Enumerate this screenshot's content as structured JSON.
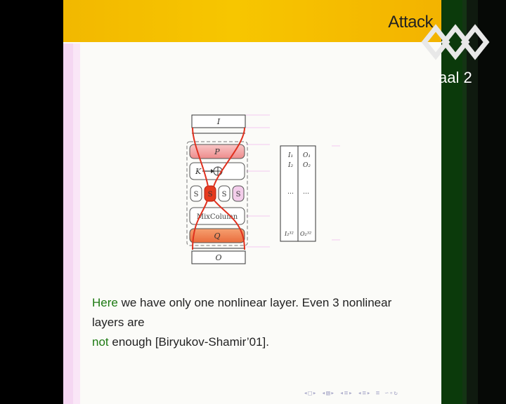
{
  "header": {
    "title": "Attack"
  },
  "edge_text": "aal 2",
  "diagram": {
    "input_label": "I",
    "p_label": "P",
    "key_label": "K",
    "sbox_labels": [
      "S",
      "S",
      "S",
      "S"
    ],
    "mix_label": "MixColumn",
    "q_label": "Q",
    "output_label": "O",
    "table": {
      "inputs": [
        "I₁",
        "I₂",
        "…",
        "I₂³²"
      ],
      "outputs": [
        "O₁",
        "O₂",
        "…",
        "O₂³²"
      ]
    }
  },
  "caption": {
    "line1_green": "Here",
    "line1_rest": " we have only one nonlinear layer.  Even 3 nonlinear layers are",
    "line2_green": "not",
    "line2_rest": " enough [Biryukov-Shamir’01]."
  },
  "nav": {
    "symbols": "◂□▸ ◂▧▸ ◂≡▸ ◂≡▸  ≡  ∽∘↻"
  },
  "colors": {
    "header": "#f3b800",
    "green_text": "#1d7a12",
    "sbox_active": "#e63a1e",
    "q_fill": "#ef7a4a"
  }
}
